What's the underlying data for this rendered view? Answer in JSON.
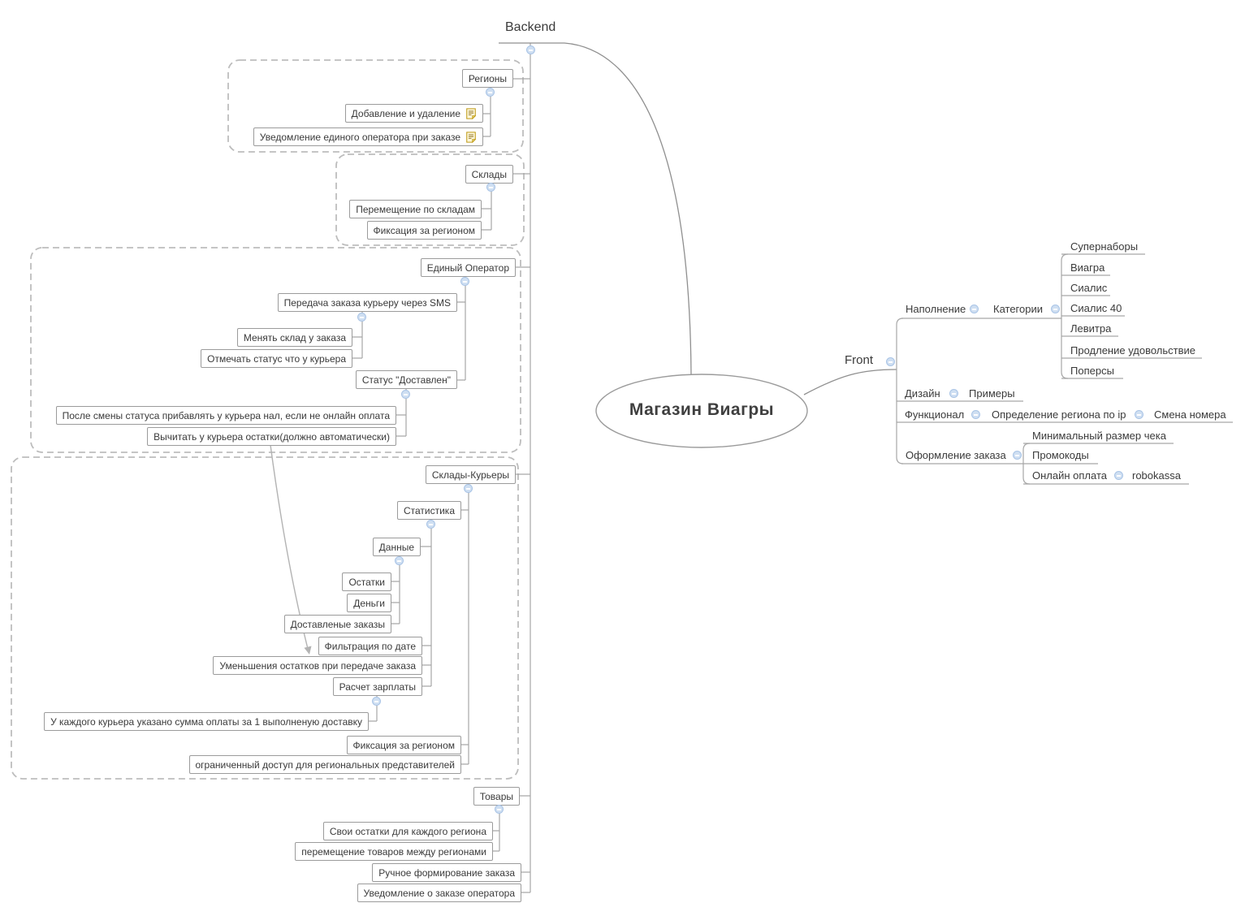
{
  "root": {
    "label": "Магазин Виагры"
  },
  "backend": {
    "label": "Backend",
    "regions": {
      "label": "Регионы",
      "add_remove": {
        "label": "Добавление и удаление",
        "has_note": true
      },
      "notify_operator": {
        "label": "Уведомление единого оператора при заказе",
        "has_note": true
      }
    },
    "warehouses": {
      "label": "Склады",
      "move": {
        "label": "Перемещение по складам"
      },
      "fix_region": {
        "label": "Фиксация за регионом"
      }
    },
    "single_operator": {
      "label": "Единый Оператор",
      "sms_transfer": {
        "label": "Передача заказа курьеру через SMS",
        "change_warehouse": {
          "label": "Менять склад у заказа"
        },
        "mark_with_courier": {
          "label": "Отмечать статус что у курьера"
        }
      },
      "status_delivered": {
        "label": "Статус \"Доставлен\"",
        "add_cash": {
          "label": "После смены статуса прибавлять у курьера нал, если не онлайн оплата"
        },
        "subtract_stock": {
          "label": "Вычитать у курьера остатки(должно автоматически)"
        }
      }
    },
    "warehouses_couriers": {
      "label": "Склады-Курьеры",
      "statistics": {
        "label": "Статистика",
        "data": {
          "label": "Данные",
          "stock": {
            "label": "Остатки"
          },
          "money": {
            "label": "Деньги"
          },
          "delivered_orders": {
            "label": "Доставленые заказы"
          }
        },
        "date_filter": {
          "label": "Фильтрация по дате"
        },
        "stock_decrease": {
          "label": "Уменьшения остатков при передаче заказа"
        },
        "salary": {
          "label": "Расчет зарплаты",
          "per_delivery": {
            "label": "У каждого курьера указано сумма оплаты за 1 выполненую доставку"
          }
        }
      },
      "fix_region": {
        "label": "Фиксация за регионом"
      },
      "limited_access": {
        "label": "ограниченный доступ для региональных представителей"
      }
    },
    "products": {
      "label": "Товары",
      "own_stock": {
        "label": "Свои остатки для каждого региона"
      },
      "move_between": {
        "label": "перемещение товаров между регионами"
      }
    },
    "manual_order": {
      "label": "Ручное формирование заказа"
    },
    "order_notification": {
      "label": "Уведомление о заказе оператора"
    }
  },
  "front": {
    "label": "Front",
    "content": {
      "label": "Наполнение",
      "categories": {
        "label": "Категории",
        "items": [
          "Супернаборы",
          "Виагра",
          "Сиалис",
          "Сиалис 40",
          "Левитра",
          "Продление удовольствие",
          "Поперсы"
        ]
      }
    },
    "design": {
      "label": "Дизайн",
      "examples": {
        "label": "Примеры"
      }
    },
    "functionality": {
      "label": "Функционал",
      "region_by_ip": {
        "label": "Определение региона по ip",
        "change_number": {
          "label": "Смена номера"
        }
      }
    },
    "checkout": {
      "label": "Оформление заказа",
      "min_check": {
        "label": "Минимальный размер чека"
      },
      "promocodes": {
        "label": "Промокоды"
      },
      "online_payment": {
        "label": "Онлайн оплата",
        "provider": {
          "label": "robokassa"
        }
      }
    }
  },
  "icons": {
    "note": "gold sticky-note with text lines",
    "collapse": "−"
  },
  "colors": {
    "topic_border": "#9b9b9b",
    "topic_bg": "#ffffff",
    "text": "#3a3a3a",
    "connector": "#a6a6a6",
    "group_border": "#bdbdbd",
    "collapse_bg": "#cfdff2",
    "collapse_border": "#a9c4e6",
    "note_icon": "#bf9b16",
    "relationship": "#b3b3b3"
  }
}
